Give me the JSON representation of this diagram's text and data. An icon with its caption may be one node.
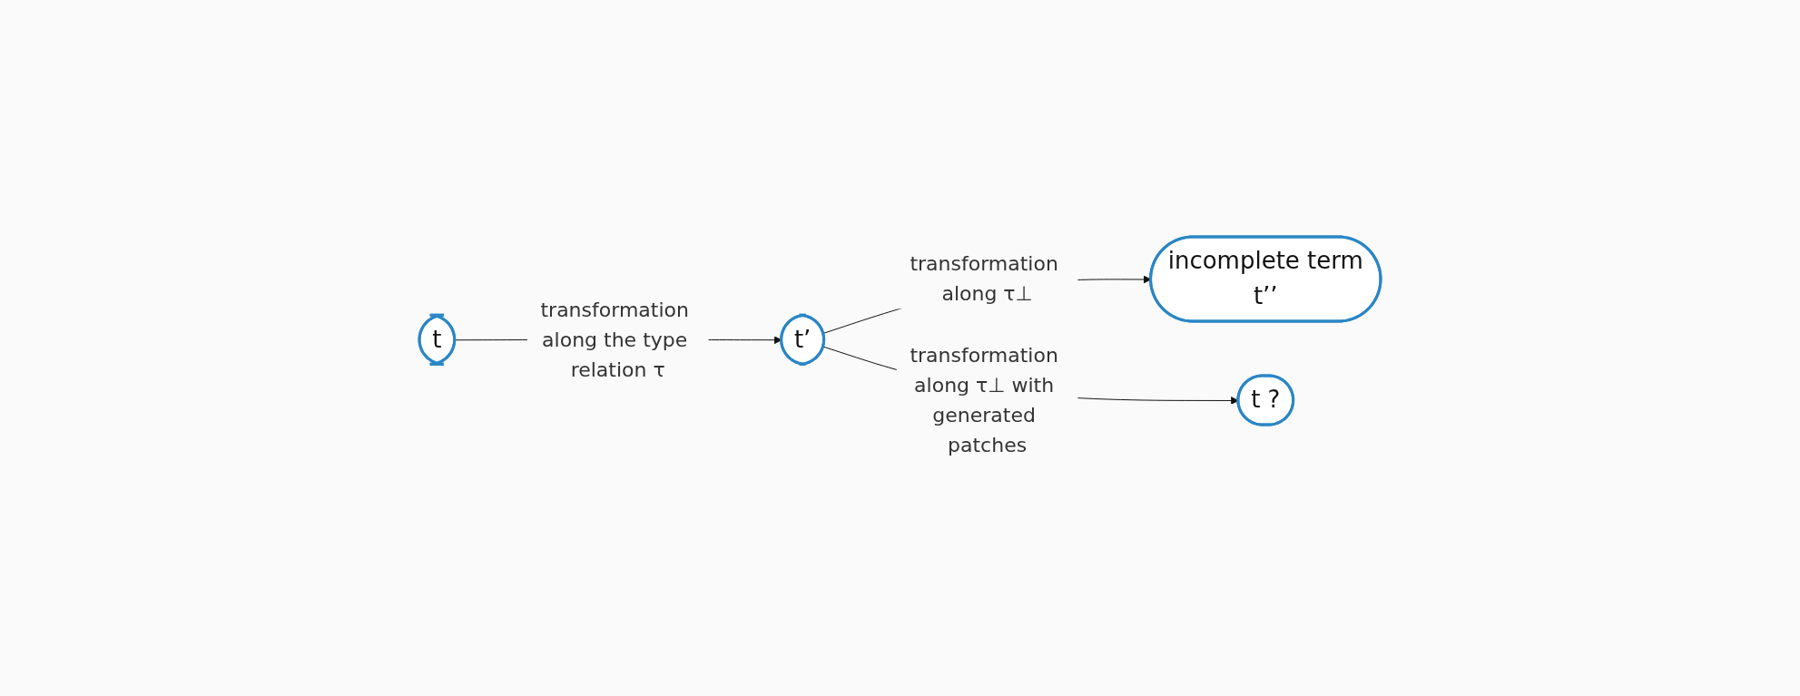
{
  "diagram": {
    "nodes": [
      {
        "text": [
          "t"
        ]
      },
      {
        "text": [
          "t’"
        ]
      },
      {
        "text": [
          "incomplete term",
          "t’’"
        ]
      },
      {
        "text": [
          "t ?"
        ]
      }
    ],
    "edges": [
      {
        "from": 0,
        "to": 1,
        "arrow": "to",
        "label": "transformation along the type relation τ"
      },
      {
        "from": 1,
        "to": 2,
        "arrow": "to",
        "label": "transformation along τ⊥"
      },
      {
        "from": 1,
        "to": 3,
        "arrow": "to",
        "label": "transformation along τ⊥ with generated patches"
      }
    ]
  }
}
